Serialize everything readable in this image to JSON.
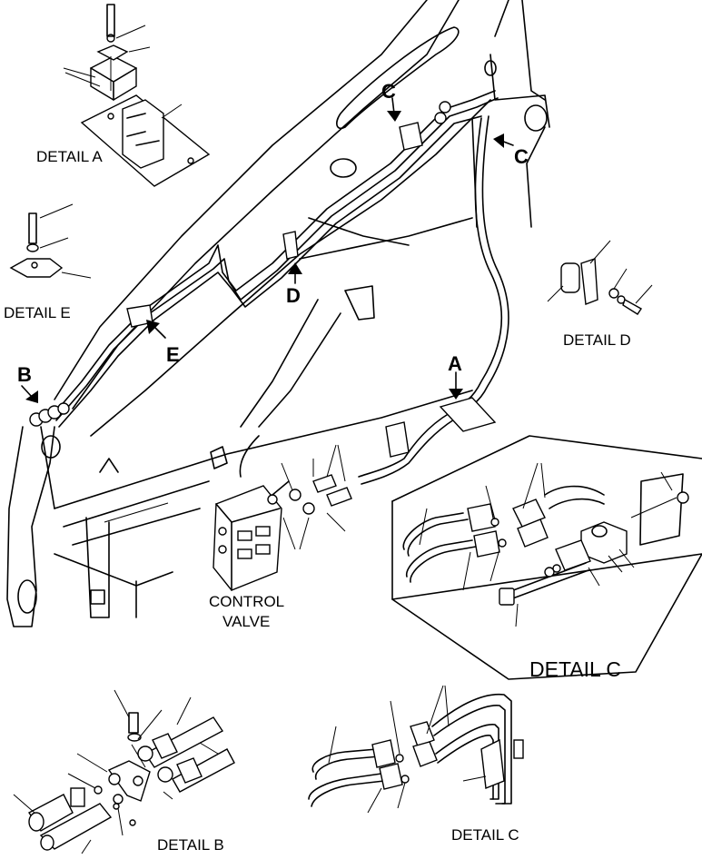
{
  "labels": {
    "detail_a": "DETAIL A",
    "detail_e": "DETAIL E",
    "detail_d": "DETAIL D",
    "detail_c_inset": "DETAIL C",
    "detail_c_bottom": "DETAIL C",
    "detail_b": "DETAIL B",
    "control_valve_line1": "CONTROL",
    "control_valve_line2": "VALVE"
  },
  "markers": {
    "a": "A",
    "b": "B",
    "c_top": "C",
    "c_right": "C",
    "d": "D",
    "e": "E"
  }
}
